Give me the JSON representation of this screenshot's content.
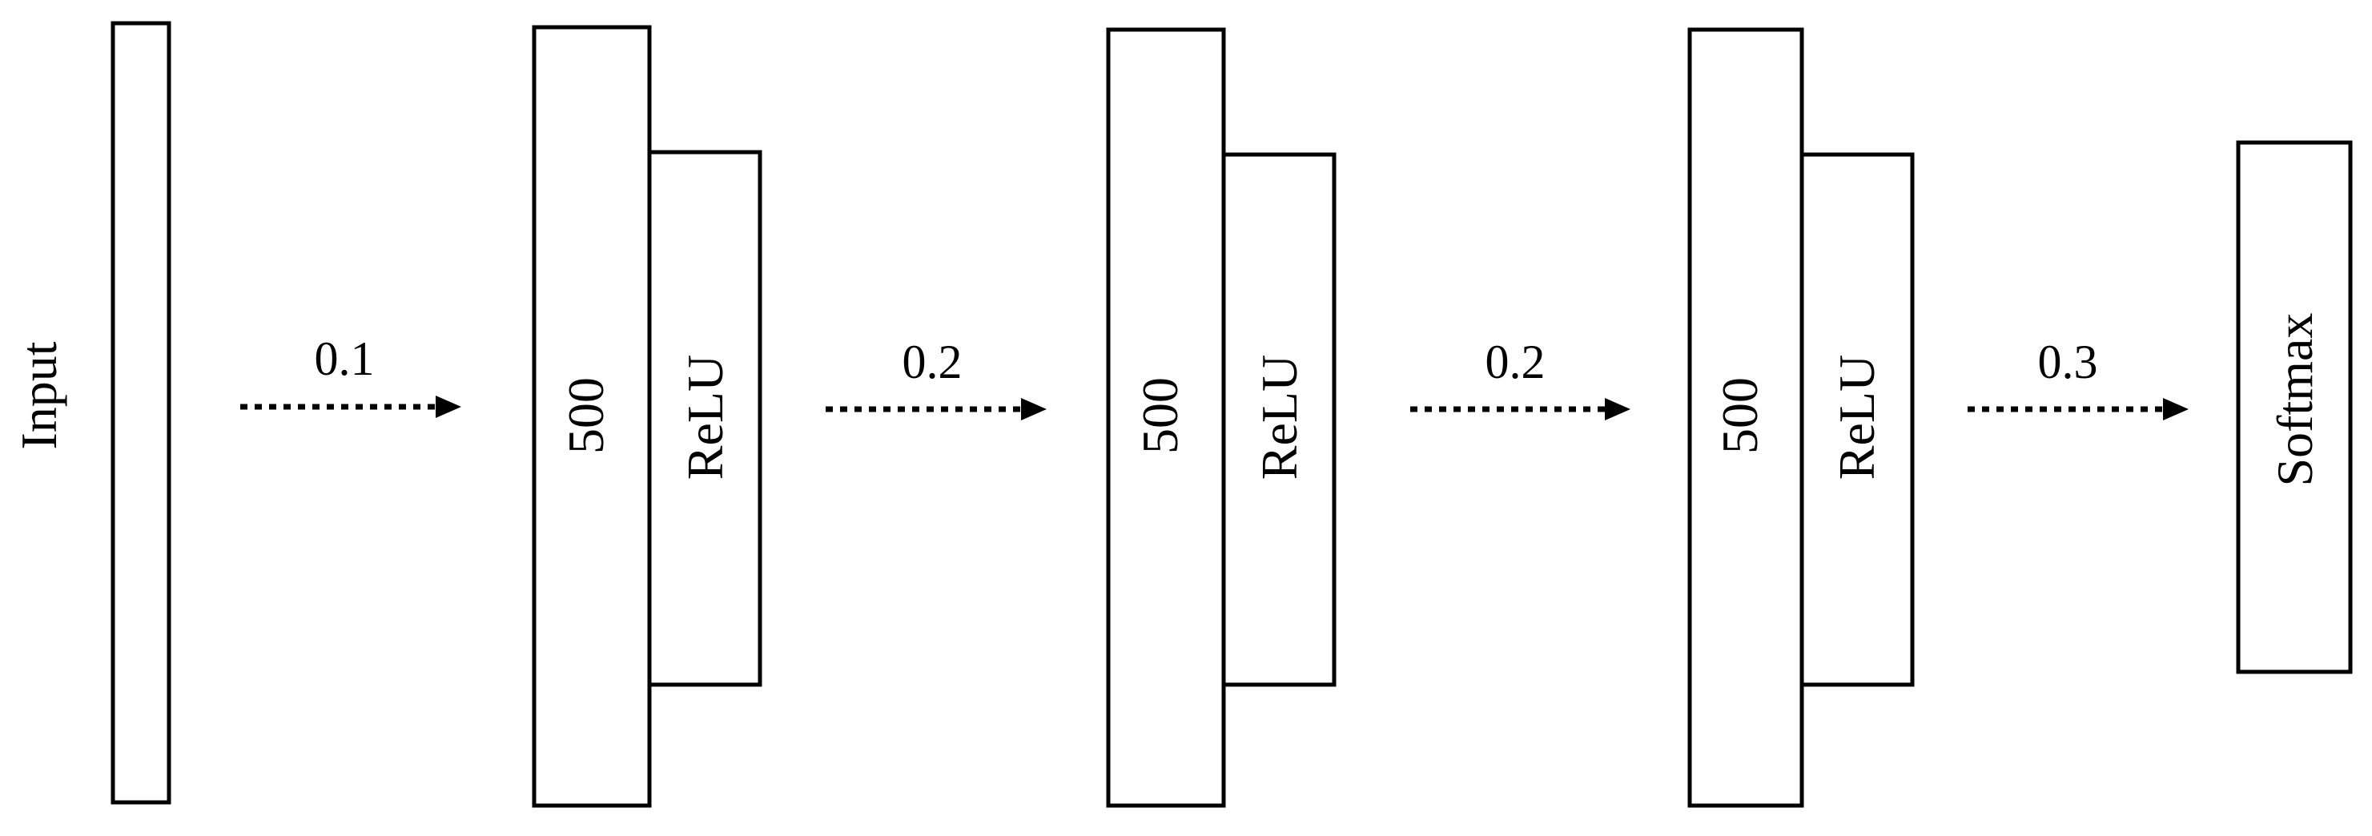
{
  "input_label": "Input",
  "layers": [
    {
      "units": "500",
      "activation": "ReLU"
    },
    {
      "units": "500",
      "activation": "ReLU"
    },
    {
      "units": "500",
      "activation": "ReLU"
    }
  ],
  "output_label": "Softmax",
  "dropout_rates": [
    "0.1",
    "0.2",
    "0.2",
    "0.3"
  ]
}
